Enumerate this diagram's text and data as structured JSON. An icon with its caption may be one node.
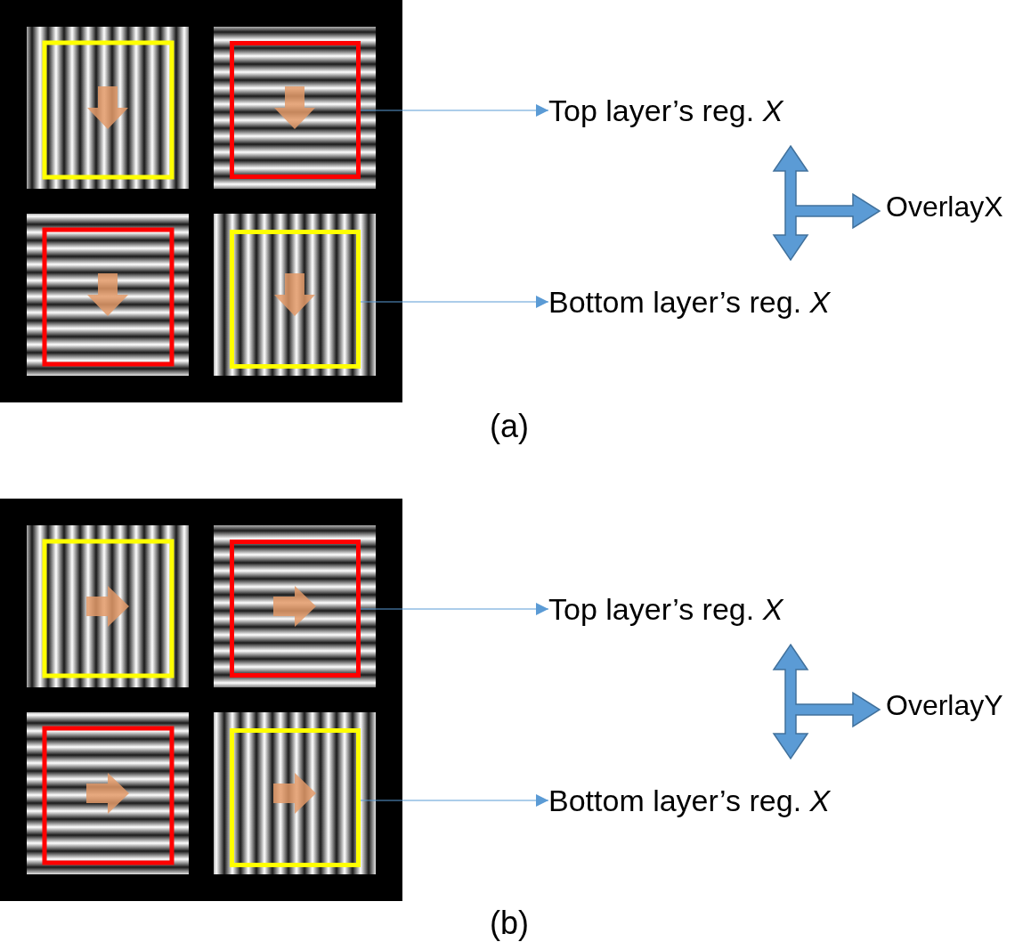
{
  "diagram": {
    "nodes": [
      {
        "text": [],
        "shape": "box"
      },
      {
        "text": [
          "Top layer’s reg. *X*"
        ]
      },
      {
        "text": [],
        "shape": "box"
      },
      {
        "text": [
          "Bottom layer’s reg. *X*"
        ]
      },
      {
        "text": [],
        "shape": "box"
      },
      {
        "text": [
          "Top layer’s reg. *X*"
        ]
      },
      {
        "text": [],
        "shape": "box"
      },
      {
        "text": [
          "Bottom layer’s reg. *X*"
        ]
      }
    ],
    "edges": [
      {
        "from": 0,
        "to": 1,
        "arrow": "to"
      },
      {
        "from": 2,
        "to": 3,
        "arrow": "to"
      },
      {
        "from": 4,
        "to": 5,
        "arrow": "to"
      },
      {
        "from": 6,
        "to": 7,
        "arrow": "to"
      }
    ],
    "labels": [
      "OverlayX",
      "(a)",
      "OverlayY",
      "(b)"
    ]
  }
}
